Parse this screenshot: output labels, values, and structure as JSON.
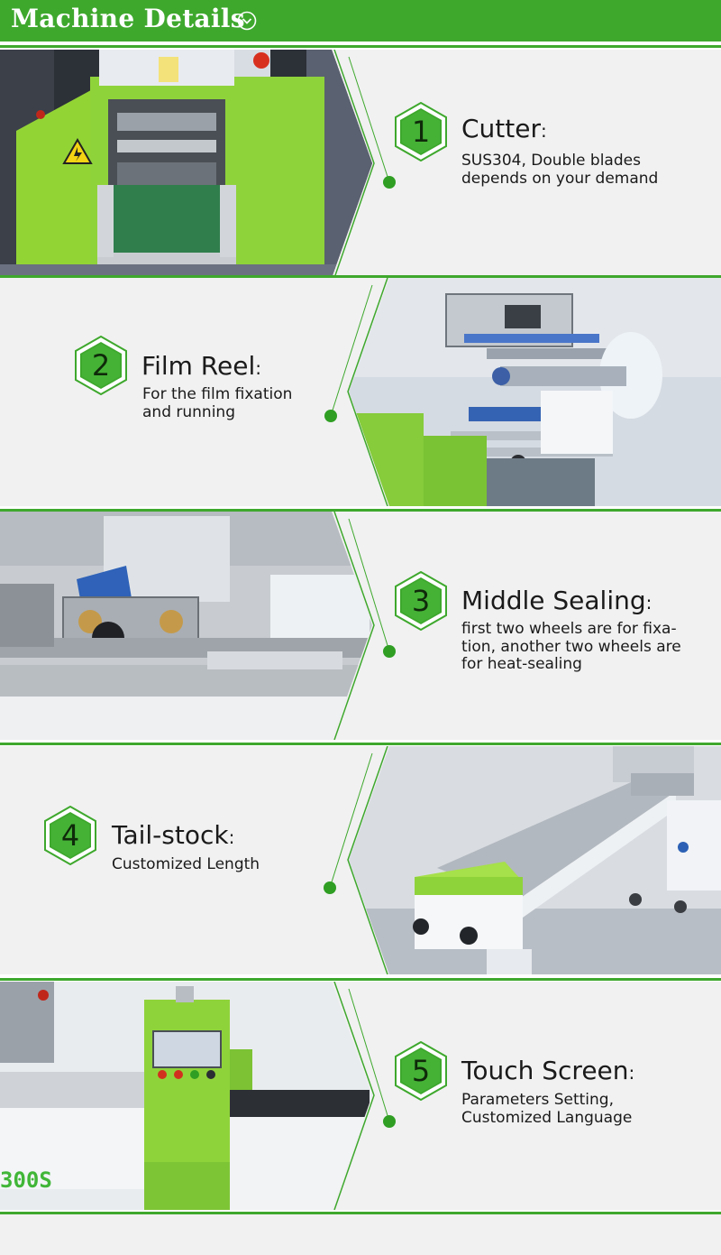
{
  "header": {
    "title": "Machine Details",
    "icon": "chevron-down-circle-icon"
  },
  "colors": {
    "accent": "#3ea82d",
    "machine_green": "#8fd33a",
    "background": "#f1f1f1"
  },
  "features": [
    {
      "number": "1",
      "title": "Cutter",
      "desc": [
        "SUS304, Double blades",
        "depends on your demand"
      ]
    },
    {
      "number": "2",
      "title": "Film Reel",
      "desc": [
        "For the film fixation",
        "and running"
      ]
    },
    {
      "number": "3",
      "title": "Middle Sealing",
      "desc": [
        "first two wheels are for fixa-",
        "tion, another two wheels are",
        "for heat-sealing"
      ]
    },
    {
      "number": "4",
      "title": "Tail-stock",
      "desc": [
        "Customized Length"
      ]
    },
    {
      "number": "5",
      "title": "Touch Screen",
      "desc": [
        "Parameters Setting,",
        "Customized Language"
      ]
    }
  ],
  "photos": {
    "touch_screen_model_text": "300S"
  }
}
